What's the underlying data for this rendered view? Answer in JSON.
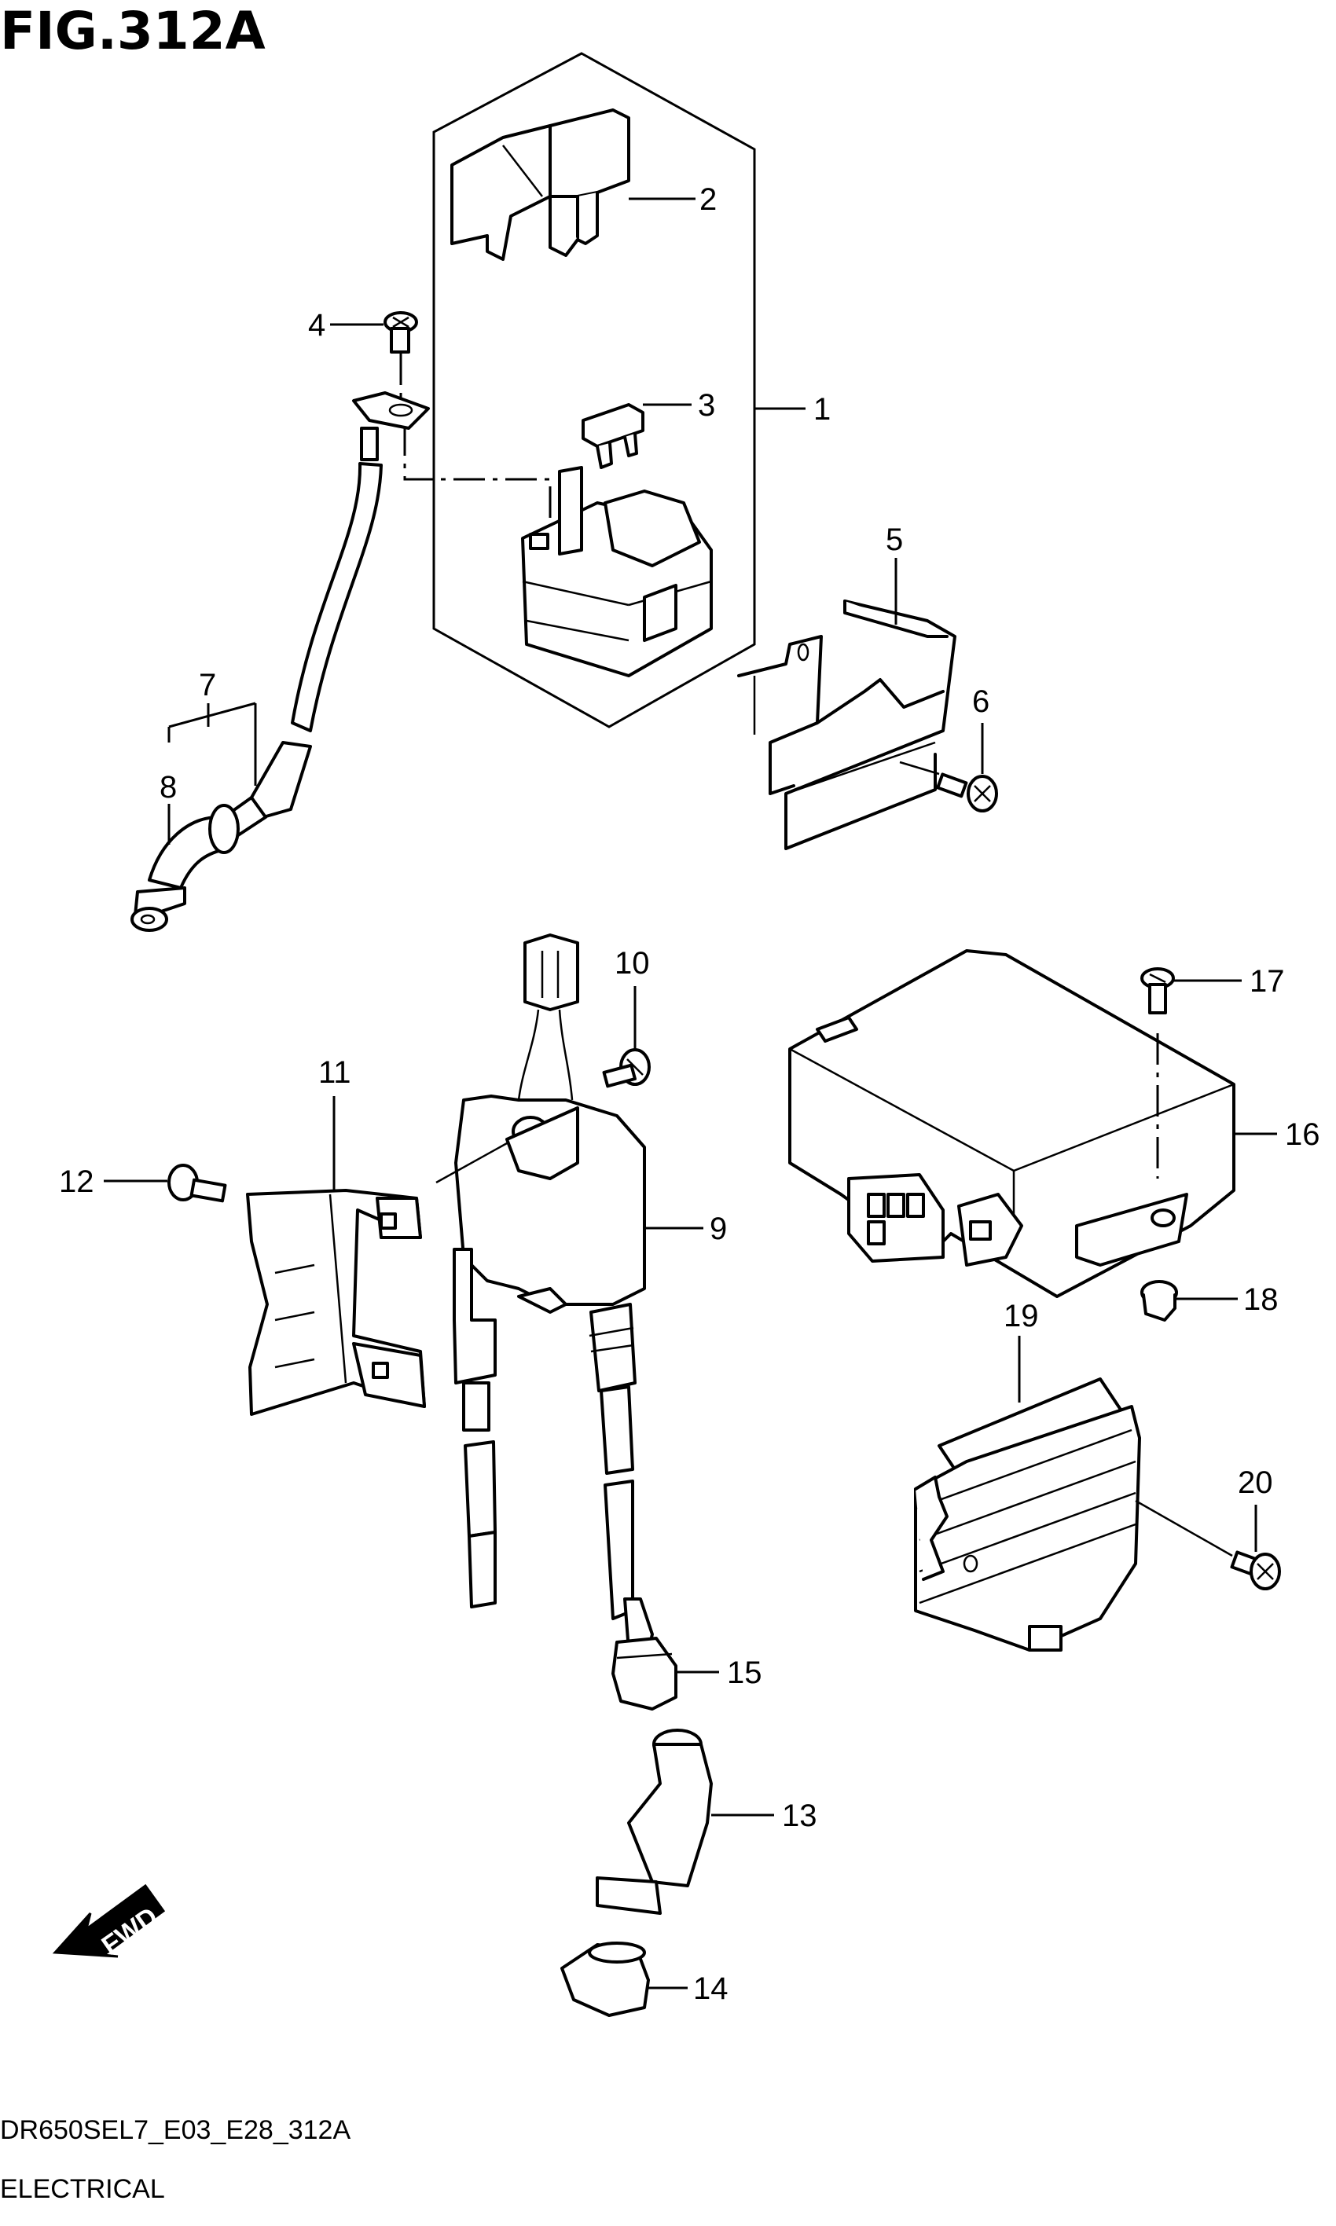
{
  "figure": {
    "title": "FIG.312A",
    "code": "DR650SEL7_E03_E28_312A",
    "section": "ELECTRICAL",
    "fwd_label": "FWD"
  },
  "callouts": [
    "1",
    "2",
    "3",
    "4",
    "5",
    "6",
    "7",
    "8",
    "9",
    "10",
    "11",
    "12",
    "13",
    "14",
    "15",
    "16",
    "17",
    "18",
    "19",
    "20"
  ],
  "parts": [
    "starter-relay-assembly",
    "relay-cover",
    "fuse",
    "bolt",
    "relay-bracket",
    "bolt",
    "battery-lead-wire",
    "starter-motor-lead-wire",
    "ignition-coil",
    "bolt",
    "coil-bracket",
    "bolt",
    "spark-plug-cap-boot",
    "spark-plug-cap-seal",
    "spark-plug-cap",
    "ecm-unit",
    "screw",
    "nut",
    "regulator-rectifier",
    "bolt"
  ]
}
